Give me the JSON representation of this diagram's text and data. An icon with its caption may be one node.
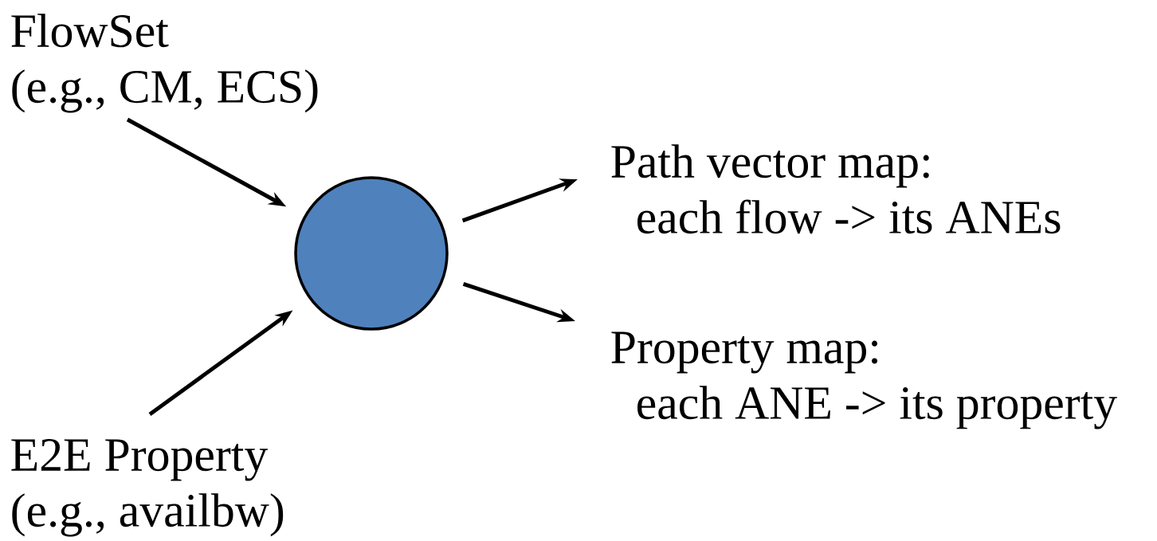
{
  "diagram": {
    "nodes": [
      {
        "text": [
          "FlowSet",
          "(e.g., CM, ECS)"
        ]
      },
      {
        "text": [],
        "shape": "circle"
      },
      {
        "text": [
          "Path vector map:",
          "each flow -> its ANEs"
        ]
      },
      {
        "text": [
          "Property map:",
          "each ANE -> its property"
        ]
      },
      {
        "text": [
          "E2E Property",
          "(e.g., availbw)"
        ]
      }
    ],
    "edges": [
      {
        "from": 0,
        "to": 1,
        "arrow": "to"
      },
      {
        "from": 4,
        "to": 1,
        "arrow": "to"
      },
      {
        "from": 1,
        "to": 2,
        "arrow": "to"
      },
      {
        "from": 1,
        "to": 3,
        "arrow": "to"
      }
    ]
  }
}
